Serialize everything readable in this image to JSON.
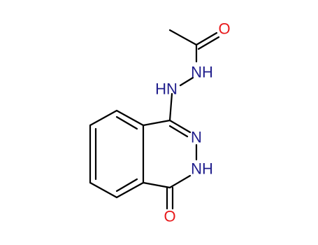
{
  "molecule": {
    "atoms": [
      {
        "id": "o1",
        "symbol": "O",
        "color": "#e8191b"
      },
      {
        "id": "n1",
        "symbol": "NH",
        "color": "#1f1d8c"
      },
      {
        "id": "n2",
        "symbol": "HN",
        "color": "#1f1d8c"
      },
      {
        "id": "n3",
        "symbol": "N",
        "color": "#1f1d8c"
      },
      {
        "id": "n4",
        "symbol": "NH",
        "color": "#1f1d8c"
      },
      {
        "id": "o2",
        "symbol": "O",
        "color": "#e8191b"
      }
    ],
    "bond_color": "#000000"
  }
}
